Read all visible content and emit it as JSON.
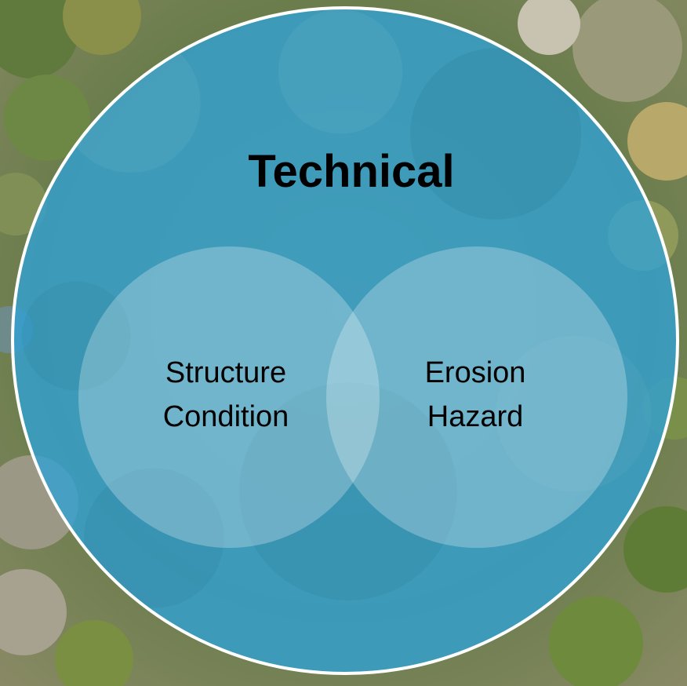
{
  "diagram": {
    "title": "Technical",
    "circles": [
      {
        "lines": [
          "Structure",
          "Condition"
        ]
      },
      {
        "lines": [
          "Erosion",
          "Hazard"
        ]
      }
    ]
  },
  "colors": {
    "outer_fill": "#2fa2d6",
    "outer_border": "#ffffff",
    "inner_fill": "#ffffff",
    "text": "#000000"
  }
}
